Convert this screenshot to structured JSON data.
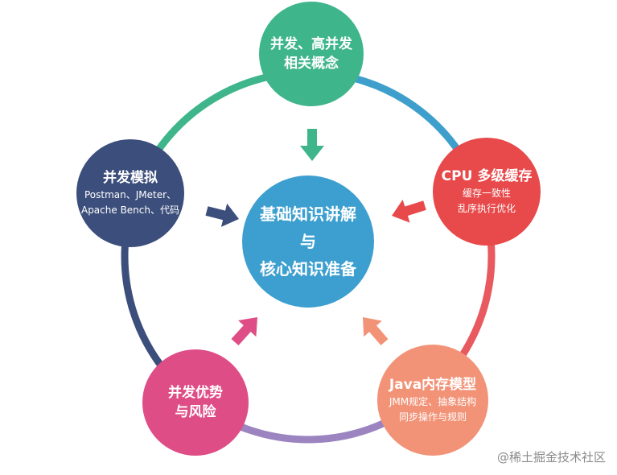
{
  "center": {
    "lines": [
      "基础知识讲解",
      "与",
      "核心知识准备"
    ],
    "color": "#3d9fcf"
  },
  "nodes": [
    {
      "id": "concepts",
      "lines": [
        "并发、高并发",
        "相关概念"
      ],
      "sub": [],
      "color": "#3fb58c"
    },
    {
      "id": "cpu-cache",
      "lines": [
        "CPU 多级缓存"
      ],
      "sub": [
        "缓存一致性",
        "乱序执行优化"
      ],
      "color": "#e8494a"
    },
    {
      "id": "jmm",
      "lines": [
        "Java内存模型"
      ],
      "sub": [
        "JMM规定、抽象结构",
        "同步操作与规则"
      ],
      "color": "#f29378"
    },
    {
      "id": "advantages",
      "lines": [
        "并发优势",
        "与风险"
      ],
      "sub": [],
      "color": "#de4d86"
    },
    {
      "id": "simulation",
      "lines": [
        "并发模拟"
      ],
      "sub": [
        "Postman、JMeter、",
        "Apache Bench、代码"
      ],
      "color": "#3c4e7b"
    }
  ],
  "ring_colors": {
    "concepts_to_cpu": "#3f9fcc",
    "cpu_to_jmm": "#e85a5f",
    "jmm_to_advantages": "#9b84bf",
    "advantages_to_simulation": "#3c4e7b",
    "simulation_to_concepts": "#3fb58c"
  },
  "arrow_colors": {
    "concepts": "#3fb58c",
    "cpu-cache": "#e8494a",
    "jmm": "#f29378",
    "advantages": "#de4d86",
    "simulation": "#3c4e7b"
  },
  "watermark": "@稀土掘金技术社区"
}
